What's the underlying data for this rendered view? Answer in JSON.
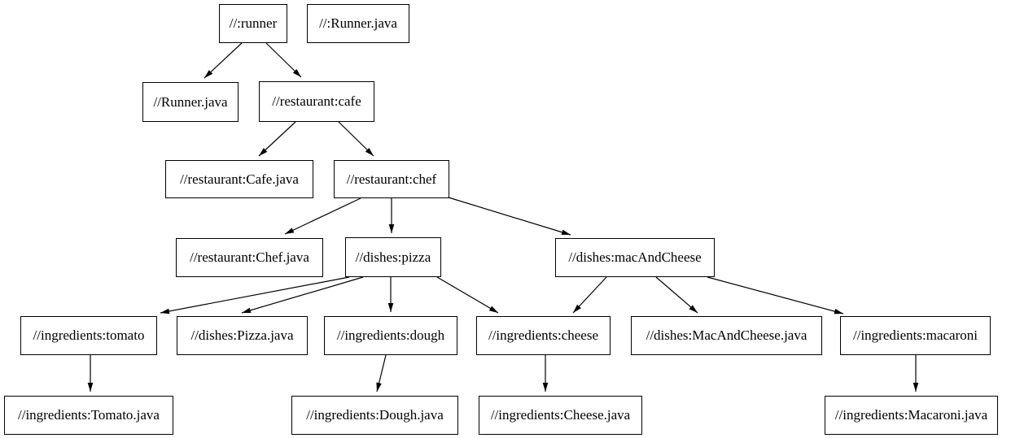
{
  "diagram": {
    "type": "dependency-graph",
    "background_color": "#ffffff",
    "node_border_color": "#000000",
    "node_fill_color": "#ffffff",
    "text_color": "#000000",
    "edge_color": "#000000"
  },
  "nodes": [
    {
      "id": "runner",
      "label": "//:runner"
    },
    {
      "id": "runner-java-root",
      "label": "//:Runner.java"
    },
    {
      "id": "runner-java",
      "label": "//Runner.java"
    },
    {
      "id": "cafe",
      "label": "//restaurant:cafe"
    },
    {
      "id": "cafe-java",
      "label": "//restaurant:Cafe.java"
    },
    {
      "id": "chef",
      "label": "//restaurant:chef"
    },
    {
      "id": "chef-java",
      "label": "//restaurant:Chef.java"
    },
    {
      "id": "pizza",
      "label": "//dishes:pizza"
    },
    {
      "id": "mac-and-cheese",
      "label": "//dishes:macAndCheese"
    },
    {
      "id": "tomato",
      "label": "//ingredients:tomato"
    },
    {
      "id": "pizza-java",
      "label": "//dishes:Pizza.java"
    },
    {
      "id": "dough",
      "label": "//ingredients:dough"
    },
    {
      "id": "cheese",
      "label": "//ingredients:cheese"
    },
    {
      "id": "mac-and-cheese-java",
      "label": "//dishes:MacAndCheese.java"
    },
    {
      "id": "macaroni",
      "label": "//ingredients:macaroni"
    },
    {
      "id": "tomato-java",
      "label": "//ingredients:Tomato.java"
    },
    {
      "id": "dough-java",
      "label": "//ingredients:Dough.java"
    },
    {
      "id": "cheese-java",
      "label": "//ingredients:Cheese.java"
    },
    {
      "id": "macaroni-java",
      "label": "//ingredients:Macaroni.java"
    }
  ],
  "edges": [
    {
      "from": "//:runner",
      "to": "//Runner.java"
    },
    {
      "from": "//:runner",
      "to": "//restaurant:cafe"
    },
    {
      "from": "//restaurant:cafe",
      "to": "//restaurant:Cafe.java"
    },
    {
      "from": "//restaurant:cafe",
      "to": "//restaurant:chef"
    },
    {
      "from": "//restaurant:chef",
      "to": "//restaurant:Chef.java"
    },
    {
      "from": "//restaurant:chef",
      "to": "//dishes:pizza"
    },
    {
      "from": "//restaurant:chef",
      "to": "//dishes:macAndCheese"
    },
    {
      "from": "//dishes:pizza",
      "to": "//ingredients:tomato"
    },
    {
      "from": "//dishes:pizza",
      "to": "//dishes:Pizza.java"
    },
    {
      "from": "//dishes:pizza",
      "to": "//ingredients:dough"
    },
    {
      "from": "//dishes:pizza",
      "to": "//ingredients:cheese"
    },
    {
      "from": "//dishes:macAndCheese",
      "to": "//ingredients:cheese"
    },
    {
      "from": "//dishes:macAndCheese",
      "to": "//dishes:MacAndCheese.java"
    },
    {
      "from": "//dishes:macAndCheese",
      "to": "//ingredients:macaroni"
    },
    {
      "from": "//ingredients:tomato",
      "to": "//ingredients:Tomato.java"
    },
    {
      "from": "//ingredients:dough",
      "to": "//ingredients:Dough.java"
    },
    {
      "from": "//ingredients:cheese",
      "to": "//ingredients:Cheese.java"
    },
    {
      "from": "//ingredients:macaroni",
      "to": "//ingredients:Macaroni.java"
    }
  ]
}
